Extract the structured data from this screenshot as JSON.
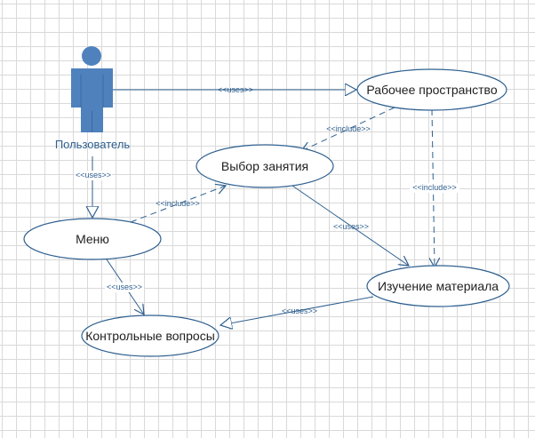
{
  "diagram": {
    "actor": {
      "label": "Пользователь"
    },
    "use_cases": {
      "workspace": "Рабочее пространство",
      "lesson_choice": "Выбор занятия",
      "menu": "Меню",
      "study": "Изучение материала",
      "quiz": "Контрольные вопросы"
    },
    "relations": {
      "actor_workspace": "<<uses>>",
      "actor_menu": "<<uses>>",
      "workspace_lesson": "<<include>>",
      "workspace_study": "<<include>>",
      "menu_lesson": "<<include>>",
      "lesson_study": "<<uses>>",
      "menu_quiz": "<<uses>>",
      "study_quiz": "<<uses>>"
    },
    "colors": {
      "line": "#2e5f8f",
      "actor_fill": "#4f81bd",
      "ellipse_stroke": "#2e5f8f"
    }
  }
}
